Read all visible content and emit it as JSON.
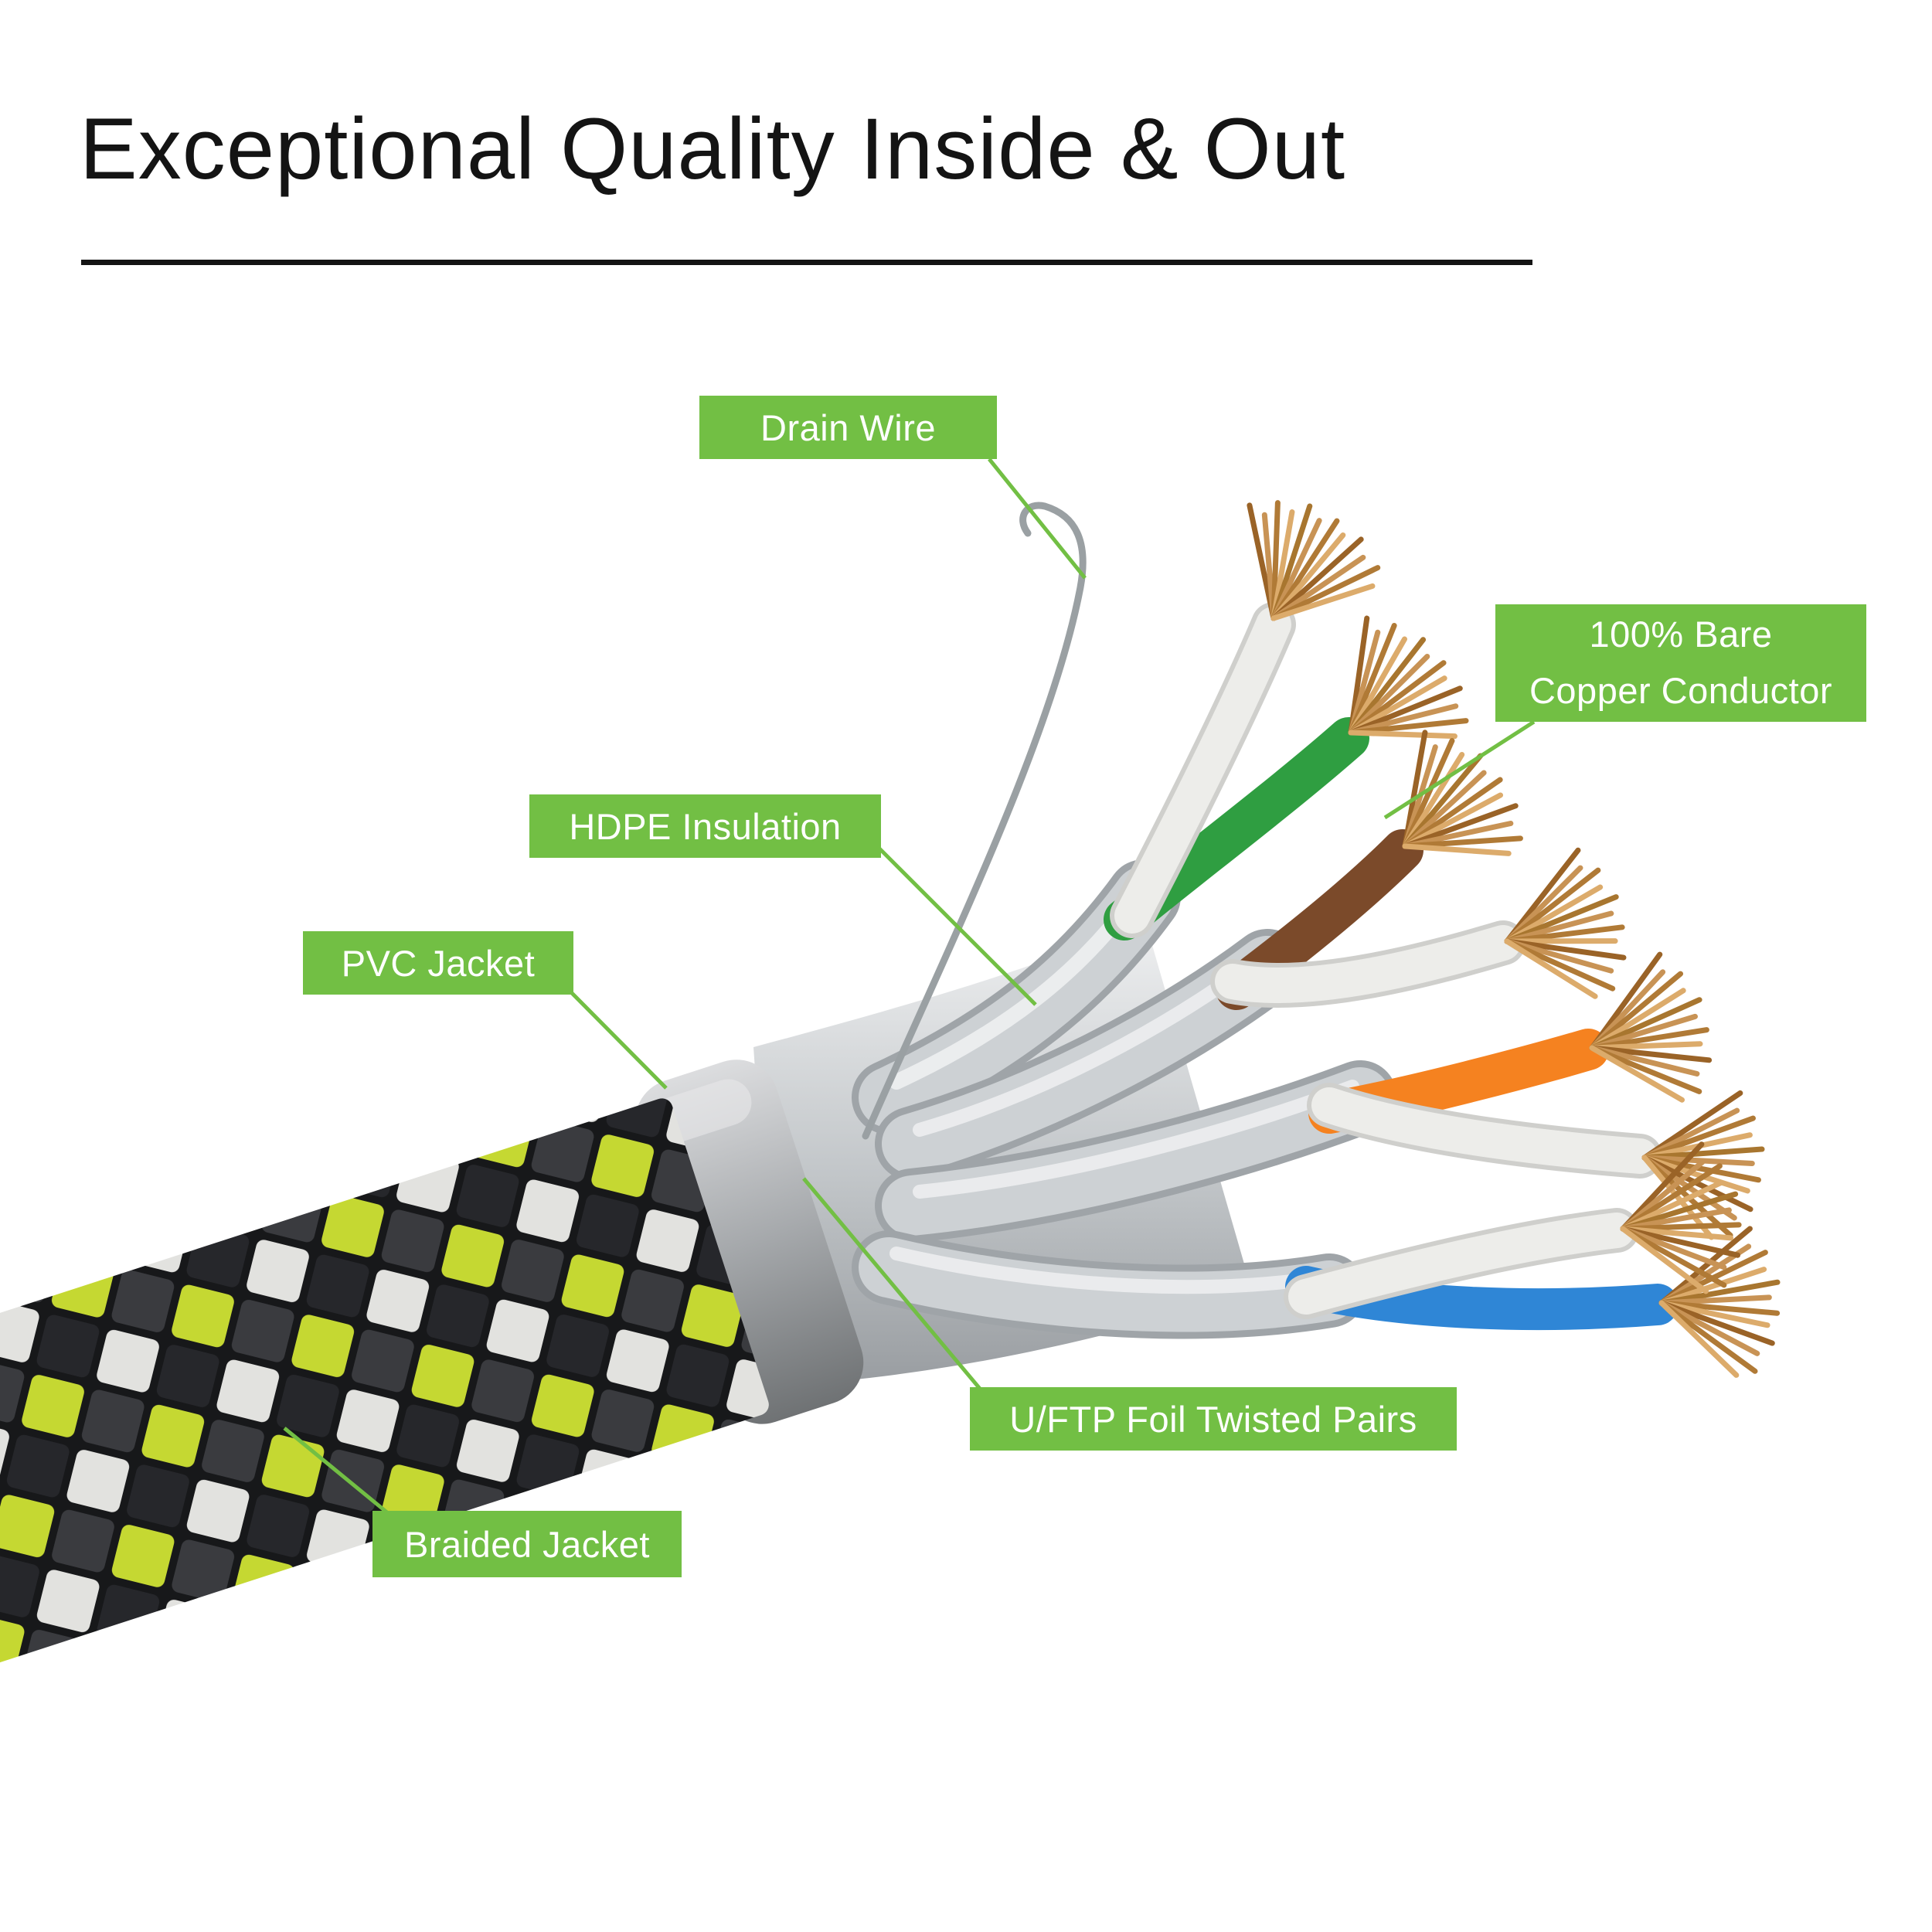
{
  "title": {
    "text": "Exceptional Quality Inside & Out"
  },
  "labels": {
    "drain_wire": "Drain Wire",
    "copper_line1": "100% Bare",
    "copper_line2": "Copper Conductor",
    "hdpe": "HDPE Insulation",
    "pvc": "PVC Jacket",
    "uftp": "U/FTP Foil Twisted Pairs",
    "braided": "Braided Jacket"
  },
  "colors": {
    "label_bg": "#72BF44",
    "label_text": "#ffffff",
    "title_text": "#141414",
    "braid_yellow": "#c5d832",
    "braid_white": "#e2e2df",
    "braid_black": "#17181a",
    "pvc_gray": "#9fa2a4",
    "foil_silver": "#c7cacd",
    "wire_green": "#2f9e41",
    "wire_brown": "#7b4a2a",
    "wire_orange": "#f58220",
    "wire_blue": "#2f86d6",
    "wire_white": "#ededea",
    "copper": "#b5793a"
  },
  "diagram_parts": [
    "Drain Wire",
    "100% Bare Copper Conductor",
    "HDPE Insulation",
    "PVC Jacket",
    "U/FTP Foil Twisted Pairs",
    "Braided Jacket"
  ]
}
